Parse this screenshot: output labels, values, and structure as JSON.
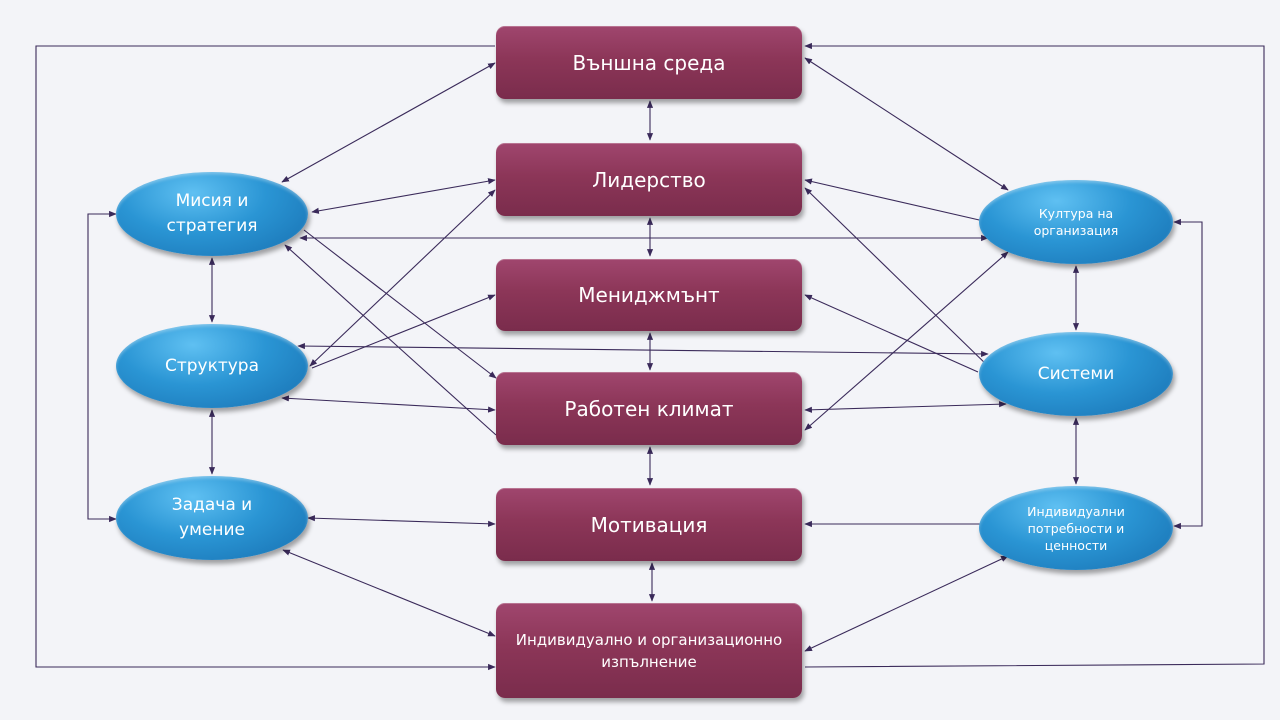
{
  "center": {
    "vanshna_sreda": "Външна среда",
    "liderstvo": "Лидерство",
    "menidjmant": "Мениджмънт",
    "raboten_klimat": "Работен климат",
    "motivacia": "Мотивация",
    "izpalnenie": "Индивидуално и организационно\nизпълнение"
  },
  "left": {
    "misia": "Мисия и\nстратегия",
    "struktura": "Структура",
    "zadacha": "Задача и\nумение"
  },
  "right": {
    "kultura": "Култура на\nорганизация",
    "sistemi": "Системи",
    "potrebnosti": "Индивидуални\nпотребности и\nценности"
  },
  "colors": {
    "box": "#8c3658",
    "ellipse": "#2a95d4",
    "line": "#3a2a5a",
    "background": "#f3f4f8"
  }
}
